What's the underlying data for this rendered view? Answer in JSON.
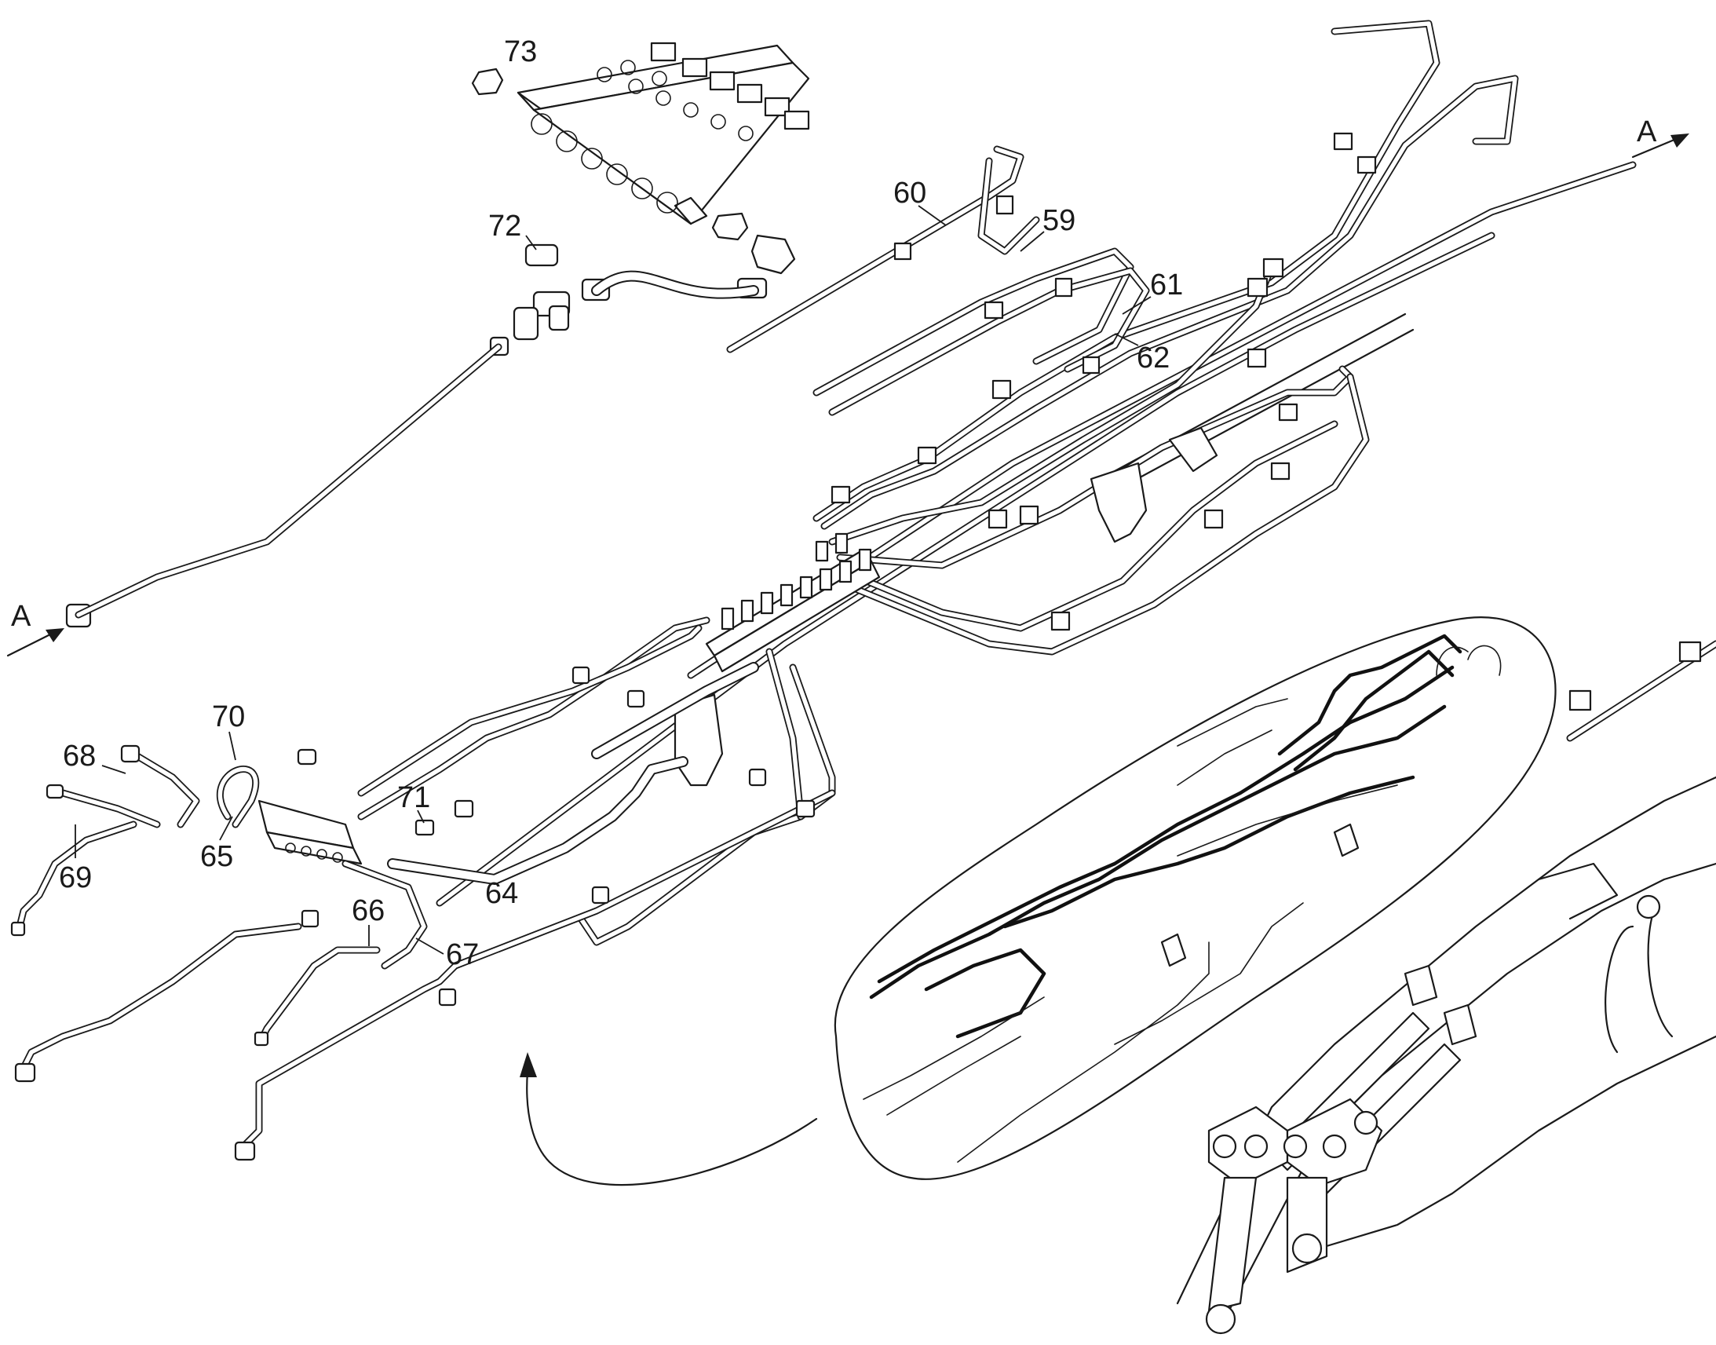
{
  "diagram": {
    "section_marker": "A",
    "part_labels": [
      "59",
      "60",
      "61",
      "62",
      "64",
      "65",
      "66",
      "67",
      "68",
      "69",
      "70",
      "71",
      "72",
      "73"
    ]
  }
}
